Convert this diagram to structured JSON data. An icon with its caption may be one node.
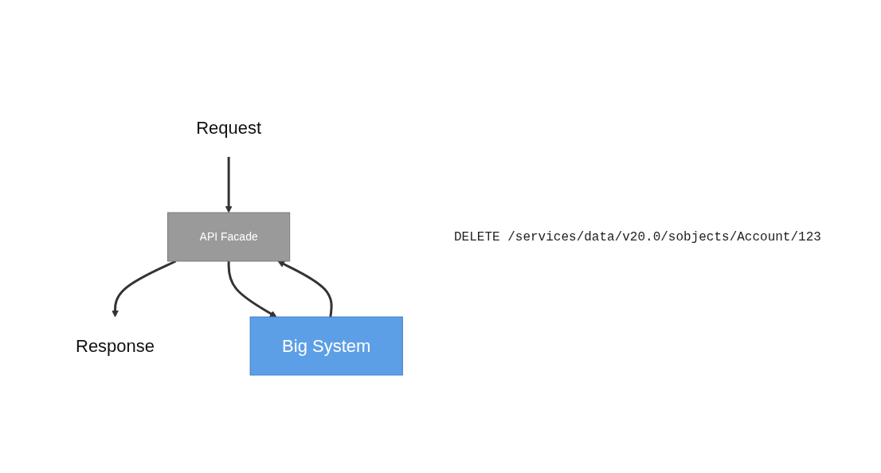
{
  "diagram": {
    "nodes": [
      {
        "text": [
          "Request"
        ]
      },
      {
        "text": [
          "Response"
        ]
      },
      {
        "text": [
          "API Facade"
        ]
      },
      {
        "text": [
          "Big System"
        ]
      }
    ],
    "edges": [
      {
        "from": 0,
        "to": 2,
        "arrow": "to"
      },
      {
        "from": 2,
        "to": 1,
        "arrow": "to"
      },
      {
        "from": 2,
        "to": 3,
        "arrow": "to"
      },
      {
        "from": 3,
        "to": 2,
        "arrow": "to"
      }
    ],
    "labels": [
      "DELETE /services/data/v20.0/sobjects/Account/123"
    ]
  }
}
